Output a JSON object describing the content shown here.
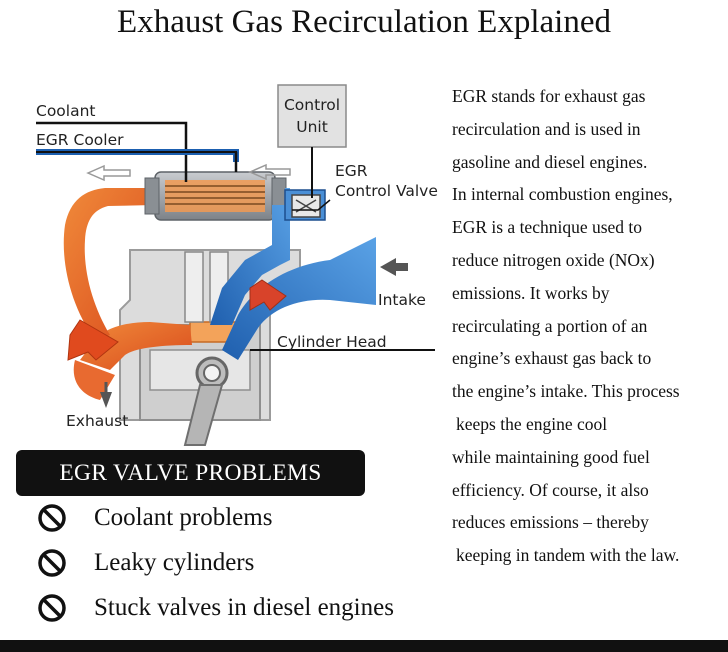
{
  "title": "Exhaust Gas Recirculation Explained",
  "diagram": {
    "labels": {
      "coolant": "Coolant",
      "egr_cooler": "EGR Cooler",
      "control_unit_1": "Control",
      "control_unit_2": "Unit",
      "egr_valve_1": "EGR",
      "egr_valve_2": "Control Valve",
      "intake": "Intake",
      "cylinder_head": "Cylinder Head",
      "exhaust": "Exhaust"
    },
    "colors": {
      "exhaust": "#e8622a",
      "intake": "#2f78c8",
      "cooler": "#9aa0a6",
      "engine": "#d9d9d9"
    }
  },
  "description": {
    "lines": [
      "EGR stands for exhaust gas",
      "recirculation and is used in",
      "gasoline and diesel engines.",
      "In internal combustion engines,",
      "EGR is a technique used to",
      "reduce nitrogen oxide (NOx)",
      "emissions. It works by",
      "recirculating a portion of an",
      "engine’s exhaust gas back to",
      "the engine’s intake. This process",
      " keeps the engine cool",
      "while maintaining good fuel",
      "efficiency. Of course, it also",
      "reduces emissions – thereby",
      " keeping in tandem with the law."
    ]
  },
  "problems": {
    "heading": "EGR VALVE PROBLEMS",
    "items": [
      "Coolant problems",
      "Leaky cylinders",
      "Stuck valves in diesel engines"
    ],
    "icon": "prohibited-icon"
  }
}
